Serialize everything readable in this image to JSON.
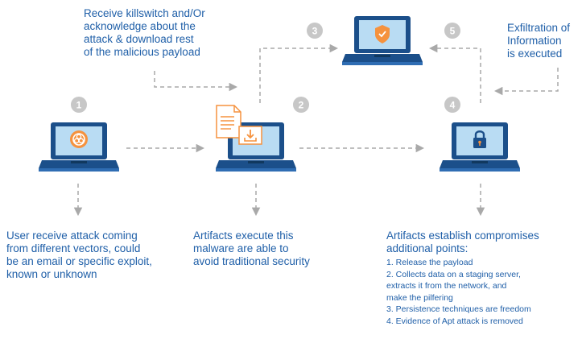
{
  "colors": {
    "primary_blue": "#1f5fa8",
    "laptop_dark": "#1b4f8a",
    "screen_blue": "#b9dcf3",
    "orange": "#f5923e",
    "badge_gray": "#c7c7c7",
    "arrow_gray": "#a9a9a9"
  },
  "steps": [
    {
      "number": "1"
    },
    {
      "number": "2"
    },
    {
      "number": "3"
    },
    {
      "number": "4"
    },
    {
      "number": "5"
    }
  ],
  "labels": {
    "killswitch": "Receive killswitch and/Or\nacknowledge about the\nattack & download rest\nof the malicious payload",
    "exfiltration": "Exfiltration of\nInformation\nis executed",
    "user_attack": "User receive attack coming\nfrom different vectors, could\nbe an email or specific exploit,\nknown or unknown",
    "artifacts_execute": "Artifacts execute this\nmalware are able to\navoid traditional security",
    "artifacts_establish": "Artifacts establish compromises\nadditional points:"
  },
  "establish_points": [
    "1. Release the payload",
    "2. Collects data on a staging server,\n    extracts it from the network, and\n    make the pilfering",
    "3. Persistence techniques are freedom",
    "4. Evidence of Apt attack is removed"
  ],
  "icons": {
    "laptop_1_screen": "biohazard-icon",
    "laptop_2_badge": "document-download-icon",
    "laptop_3_screen": "shield-check-icon",
    "laptop_4_screen": "padlock-icon"
  }
}
